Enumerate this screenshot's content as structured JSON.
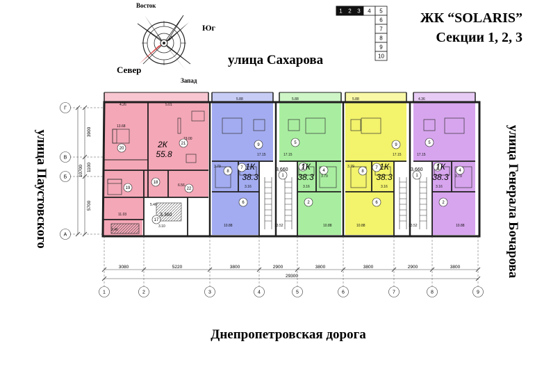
{
  "compass": {
    "north": "Север",
    "south": "Юг",
    "east": "Восток",
    "west": "Запад"
  },
  "header": {
    "title": "ЖК “SOLARIS”",
    "subtitle": "Секции 1, 2, 3"
  },
  "floor_selector": {
    "row1": [
      "1",
      "2",
      "3",
      "4",
      "5"
    ],
    "column": [
      "6",
      "7",
      "8",
      "9",
      "10"
    ],
    "active": [
      "1",
      "2",
      "3"
    ]
  },
  "streets": {
    "top": "улица Сахарова",
    "left": "улица Паустовского",
    "right": "улица Генерала Бочарова",
    "bottom": "Днепропетровская дорога"
  },
  "axes": {
    "numbers": [
      "1",
      "2",
      "3",
      "4",
      "5",
      "6",
      "7",
      "8",
      "9"
    ],
    "letters": [
      "Г",
      "В",
      "Б",
      "А"
    ]
  },
  "dimensions": {
    "bottom_segments": [
      "3080",
      "5220",
      "3800",
      "2900",
      "3800",
      "3800",
      "2900",
      "3800"
    ],
    "bottom_total": "29300",
    "left_segments": [
      "3900",
      "1100",
      "5700"
    ],
    "left_total": "10700"
  },
  "colors": {
    "pink": "#f4a7b7",
    "blue": "#a3acf0",
    "green": "#a9eea0",
    "yellow": "#f3f36c",
    "violet": "#d7a5ee",
    "wall": "#1f1f1f"
  },
  "apartments": [
    {
      "type": "2К",
      "area": "55.8"
    },
    {
      "type": "1К",
      "area": "38.3"
    },
    {
      "type": "1К",
      "area": "38.3"
    },
    {
      "type": "1К",
      "area": "38.3"
    },
    {
      "type": "1К",
      "area": "38.3"
    }
  ],
  "stair_levels": [
    "3,360",
    "3,660",
    "3,660"
  ],
  "rooms": {
    "pink": {
      "balcony_top_left": "4.26",
      "balcony_top_right": "5.01",
      "bedroom_area": "13.68",
      "bedroom_no": "20",
      "living_area": "19.00",
      "living_no": "21",
      "bedroom2_area": "11.03",
      "bedroom2_no": "19",
      "hall_no": "18",
      "hall_area": "5.46",
      "bath_no": "22",
      "bath_area": "6.56",
      "corner_area": "3.46",
      "stair_no": "17",
      "stair_area": "3.10"
    },
    "blue": {
      "balcony": "5.88",
      "room_no": "9",
      "room_area": "17.15",
      "wc_area": "3.79",
      "wc_no": "8",
      "hall_area": "3.16",
      "hall_no": "7",
      "kitchen_no": "6",
      "kitchen_area": "10.88"
    },
    "green": {
      "balcony": "5.88",
      "room_no": "5",
      "room_area": "17.15",
      "wc_area": "3.79",
      "wc_no": "4",
      "hall_area": "3.16",
      "hall_no": "3",
      "kitchen_no": "2",
      "kitchen_area": "10.88"
    },
    "yellow": {
      "balcony": "5.88",
      "room_no": "9",
      "room_area": "17.15",
      "wc_area": "3.79",
      "wc_no": "8",
      "hall_area": "3.16",
      "hall_no": "7",
      "kitchen_no": "6",
      "kitchen_area": "10.88"
    },
    "violet": {
      "balcony": "4.36",
      "room_no": "5",
      "room_area": "17.15",
      "wc_area": "3.79",
      "wc_no": "4",
      "hall_area": "3.16",
      "hall_no": "3",
      "kitchen_no": "2",
      "kitchen_area": "10.88"
    },
    "stairs": {
      "no": "1",
      "area": "13.52"
    }
  }
}
